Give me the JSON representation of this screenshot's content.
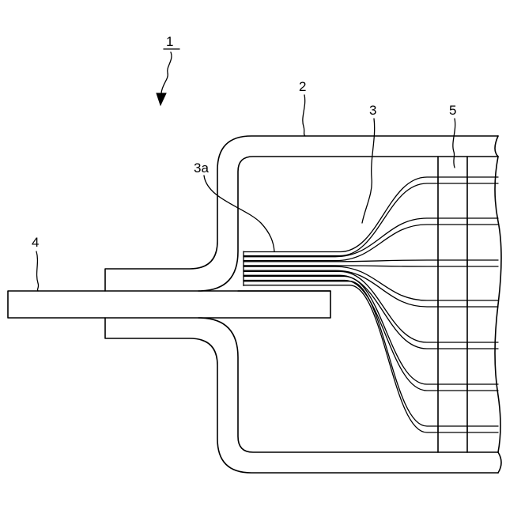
{
  "labels": {
    "assembly": "1",
    "case": "2",
    "electrode_tabs": "3",
    "tab_bundle": "3a",
    "lead": "4",
    "electrode_stack": "5"
  }
}
